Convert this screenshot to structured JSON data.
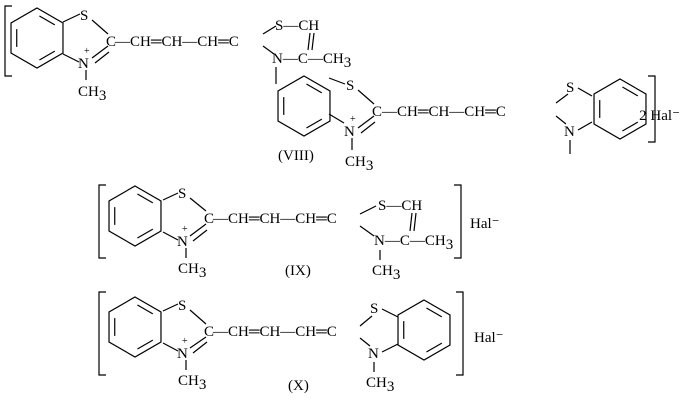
{
  "atoms": {
    "S": "S",
    "C": "C",
    "N": "N",
    "CH": "CH",
    "CH3": "CH",
    "sub3": "3",
    "plus": "+",
    "S_CH": "S—CH",
    "N_C": "N—C",
    "C_CH3": "—CH",
    "N_C_CH3": "N—C—CH"
  },
  "chain": "—CH═CH—CH═C",
  "counterions": {
    "viii": "2 Hal⁻",
    "ix": "Hal⁻",
    "x": "Hal⁻"
  },
  "labels": {
    "viii": "(VIII)",
    "ix": "(IX)",
    "x": "(X)"
  }
}
